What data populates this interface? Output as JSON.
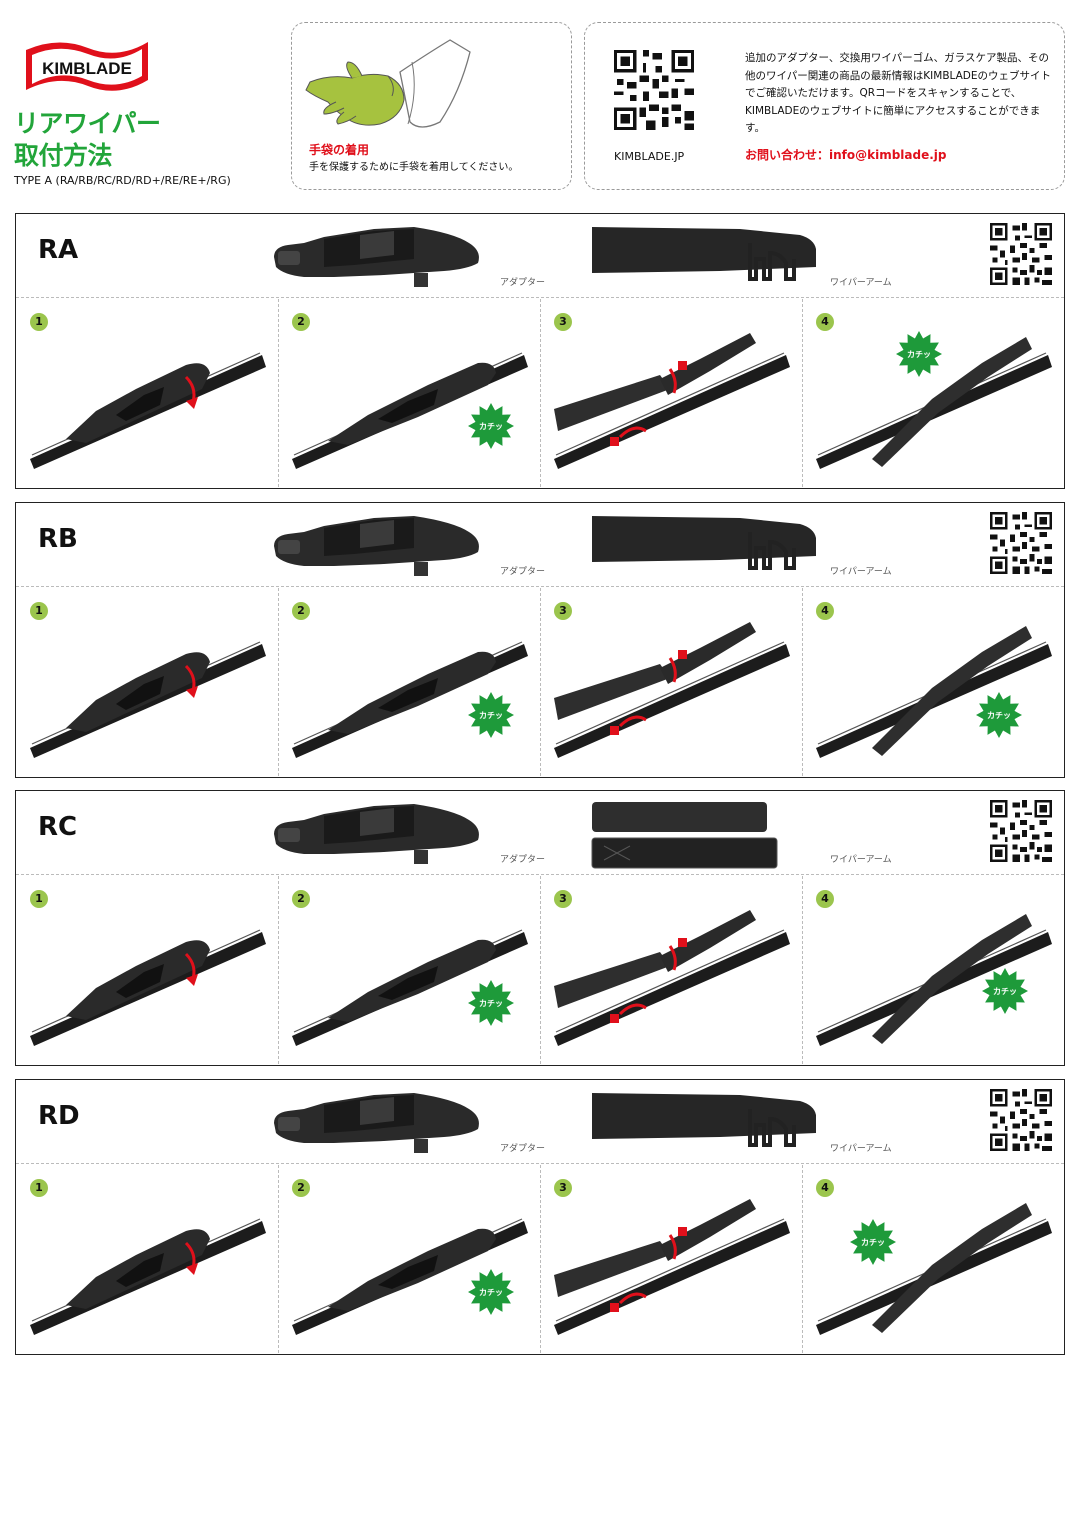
{
  "header": {
    "logo_text": "KIMBLADE",
    "title_line1": "リアワイパー",
    "title_line2": "取付方法",
    "type_line": "TYPE A (RA/RB/RC/RD/RD+/RE/RE+/RG)",
    "glove_title": "手袋の着用",
    "glove_text": "手を保護するために手袋を着用してください。",
    "site": "KIMBLADE.JP",
    "info_text": "追加のアダプター、交換用ワイパーゴム、ガラスケア製品、その他のワイパー関連の商品の最新情報はKIMBLADEのウェブサイトでご確認いただけます。QRコードをスキャンすることで、KIMBLADEのウェブサイトに簡単にアクセスすることができます。",
    "contact": "お問い合わせ：info@kimblade.jp"
  },
  "labels": {
    "adapter": "アダプター",
    "arm": "ワイパーアーム",
    "kachi": "カチッ"
  },
  "sections": [
    {
      "code": "RA",
      "steps": [
        "1",
        "2",
        "3",
        "4"
      ]
    },
    {
      "code": "RB",
      "steps": [
        "1",
        "2",
        "3",
        "4"
      ]
    },
    {
      "code": "RC",
      "steps": [
        "1",
        "2",
        "3",
        "4"
      ]
    },
    {
      "code": "RD",
      "steps": [
        "1",
        "2",
        "3",
        "4"
      ]
    }
  ],
  "colors": {
    "green": "#22a53a",
    "red": "#e0101b",
    "step": "#9bc54d",
    "kachi": "#1e9a3a"
  }
}
